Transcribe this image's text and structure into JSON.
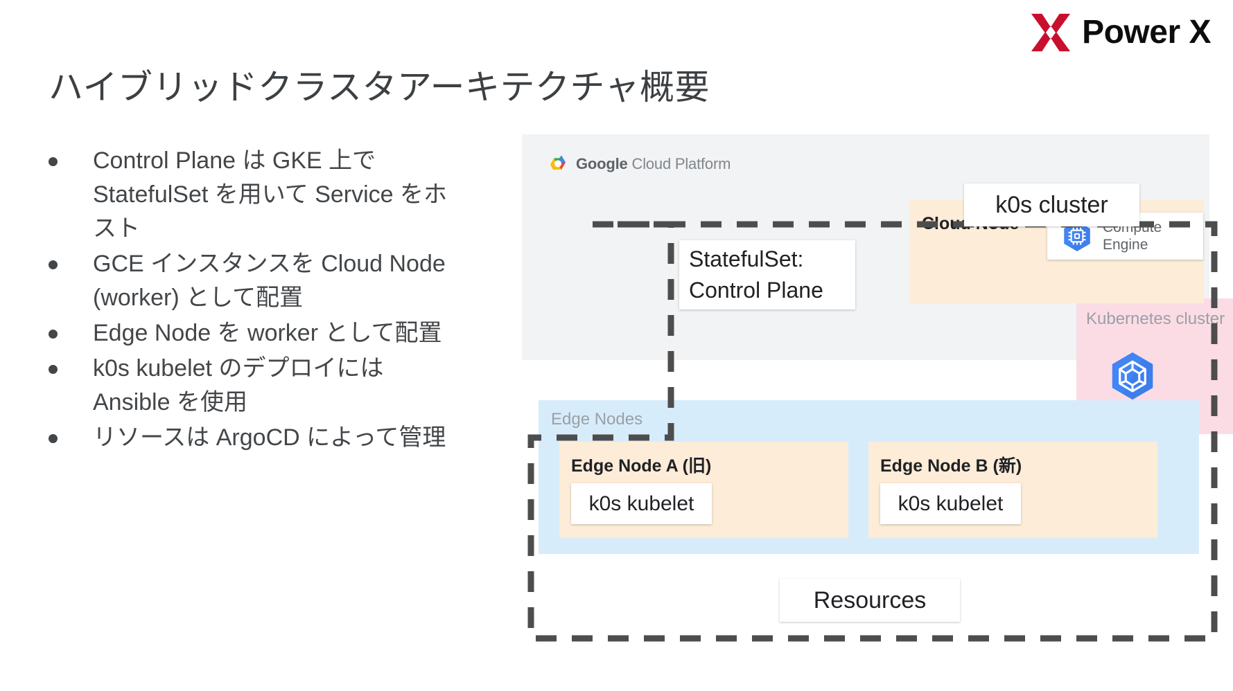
{
  "brand": {
    "logo_icon": "power-x-mark",
    "name": "Power X",
    "mark_color": "#c8102e",
    "text_color": "#0d0d0d"
  },
  "slide": {
    "title": "ハイブリッドクラスタアーキテクチャ概要"
  },
  "bullets": [
    {
      "text": "Control Plane は GKE 上で StatefulSet を用いて Service をホスト"
    },
    {
      "text": "GCE インスタンスを Cloud Node (worker) として配置"
    },
    {
      "text": "Edge Node を worker として配置"
    },
    {
      "text": "k0s kubelet のデプロイには Ansible を使用"
    },
    {
      "text": "リソースは ArgoCD によって管理"
    }
  ],
  "diagram": {
    "gcp_panel": {
      "logo_icon": "google-cloud-hexagon-icon",
      "wordmark_bold": "Google",
      "wordmark_light": "Cloud Platform",
      "background": "#f1f3f4"
    },
    "kubernetes_cluster": {
      "label": "Kubernetes cluster",
      "icon": "kubernetes-engine-icon",
      "background": "#fbdce5",
      "label_color": "#9aa0a6"
    },
    "statefulset_card": {
      "label": "StatefulSet:\nControl Plane"
    },
    "k0s_cluster_card": {
      "label": "k0s cluster"
    },
    "cloud_node": {
      "label": "Cloud Node",
      "background": "#fdecd8",
      "service_card": {
        "icon": "compute-engine-icon",
        "label": "Compute\nEngine"
      }
    },
    "edge_nodes": {
      "label": "Edge Nodes",
      "background": "#d7ecfb",
      "label_color": "#9aa0a6",
      "nodes": [
        {
          "label": "Edge Node A (旧)",
          "kubelet_label": "k0s kubelet"
        },
        {
          "label": "Edge Node B (新)",
          "kubelet_label": "k0s kubelet"
        }
      ]
    },
    "resources_card": {
      "label": "Resources"
    },
    "k0s_boundary": {
      "style": "dashed",
      "color": "#4d4d4d"
    }
  }
}
